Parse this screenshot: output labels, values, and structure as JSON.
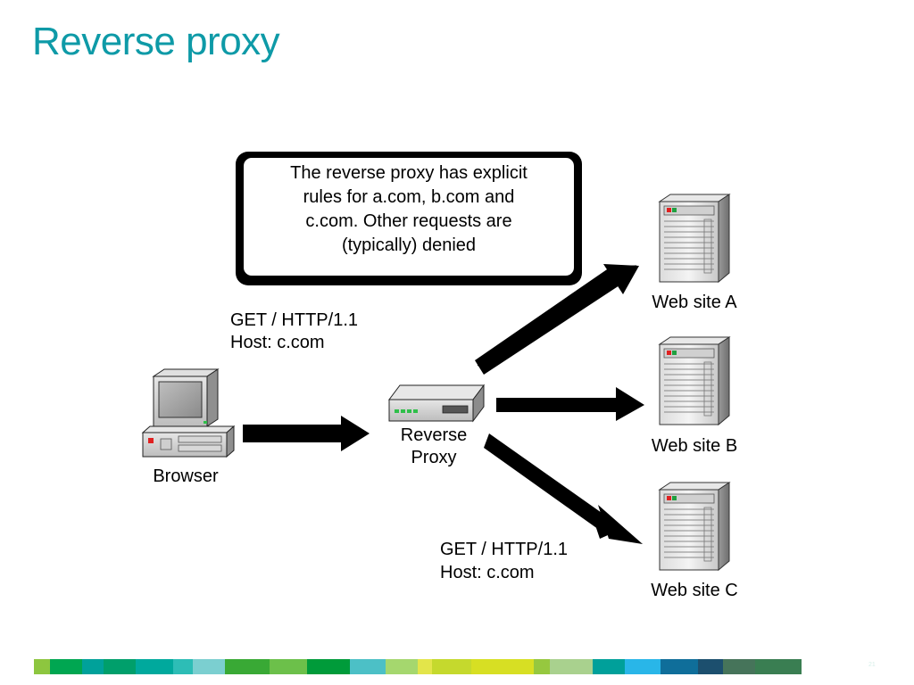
{
  "slide": {
    "title": "Reverse proxy",
    "page_number": "21"
  },
  "callout": {
    "lines": [
      "The reverse proxy has explicit",
      "rules for a.com, b.com and",
      "c.com. Other requests are",
      "(typically) denied"
    ]
  },
  "request_top": {
    "line1": "GET / HTTP/1.1",
    "line2": "Host: c.com"
  },
  "request_bottom": {
    "line1": "GET / HTTP/1.1",
    "line2": "Host: c.com"
  },
  "nodes": {
    "browser": "Browser",
    "proxy_line1": "Reverse",
    "proxy_line2": "Proxy",
    "site_a": "Web site A",
    "site_b": "Web site B",
    "site_c": "Web site C"
  },
  "footer_colors": [
    "#8dc63f",
    "#00a651",
    "#00a19a",
    "#009f6b",
    "#00a99d",
    "#2dbdb6",
    "#7bcfd0",
    "#39a935",
    "#6cc04a",
    "#009b3a",
    "#4cc0c6",
    "#a5d76e",
    "#e3e54a",
    "#c5d92d",
    "#d7df23",
    "#96c83f",
    "#a9d18e",
    "#00a09a",
    "#29b6e8",
    "#0f6e9a",
    "#1c4f6e",
    "#46745a",
    "#3a7e52"
  ]
}
